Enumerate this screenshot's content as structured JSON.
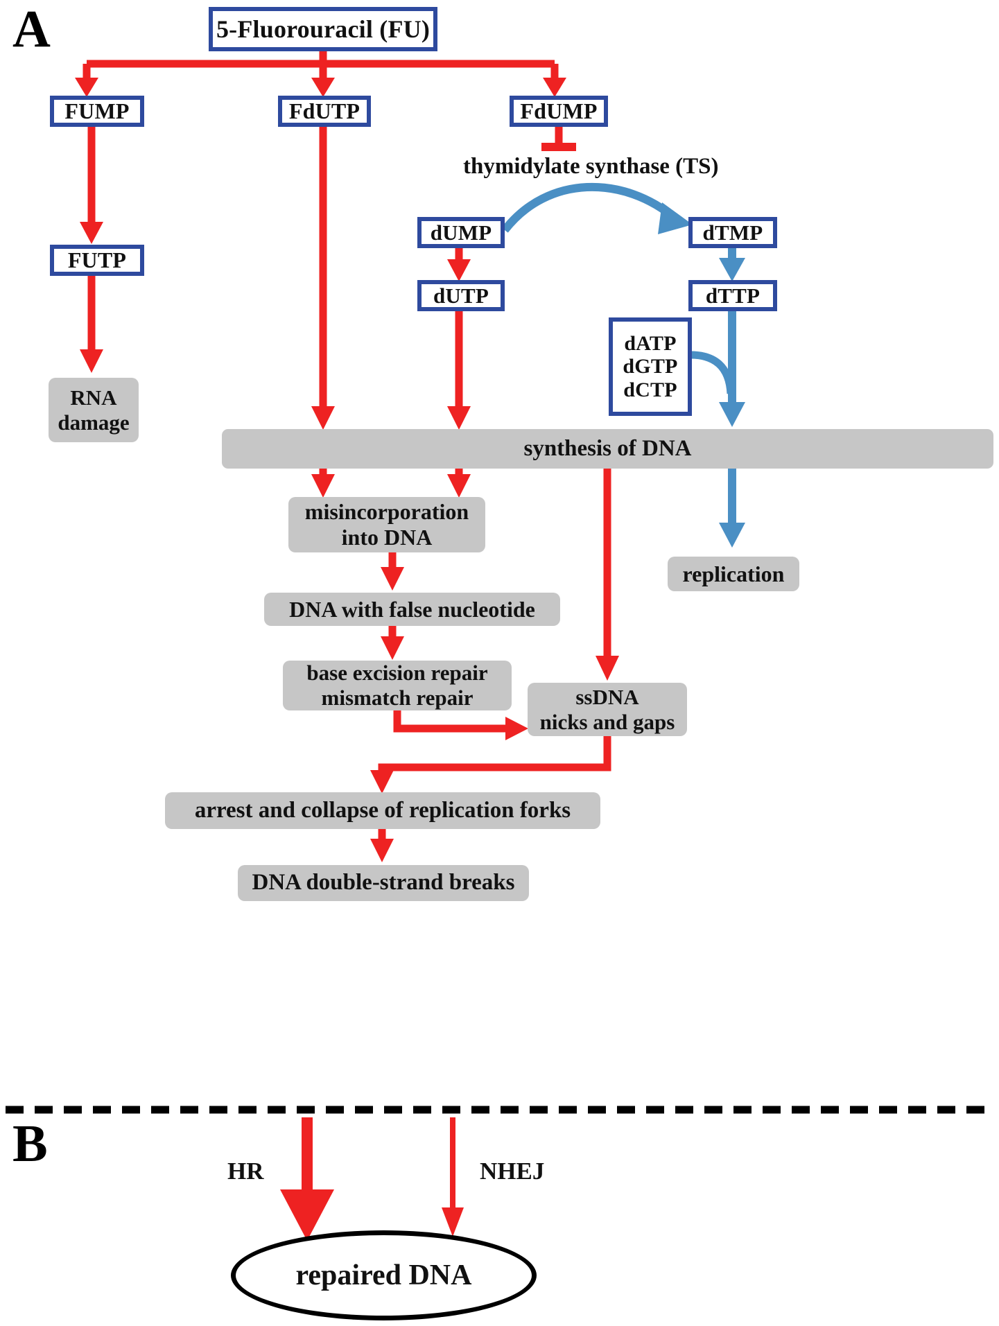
{
  "figure": {
    "type": "pathway-diagram",
    "title": "5-Fluorouracil mechanism of DNA damage and repair",
    "panels": [
      {
        "id": "A",
        "label": "A"
      },
      {
        "id": "B",
        "label": "B"
      }
    ],
    "colors": {
      "metabolite_border": "#2e4a9e",
      "process_fill": "#c6c6c6",
      "red_arrow": "#ee2222",
      "blue_arrow": "#4a8fc4",
      "text": "#111111",
      "divider": "#000000"
    }
  },
  "panelA": {
    "letter": "A",
    "metabolites": {
      "fu": "5-Fluorouracil (FU)",
      "fump": "FUMP",
      "futp": "FUTP",
      "fdutp": "FdUTP",
      "fdump": "FdUMP",
      "dump": "dUMP",
      "dutp": "dUTP",
      "dtmp": "dTMP",
      "dttp": "dTTP",
      "datp": "dATP",
      "dgtp": "dGTP",
      "dctp": "dCTP"
    },
    "enzyme": {
      "ts": "thymidylate synthase (TS)"
    },
    "processes": {
      "rna_damage_line1": "RNA",
      "rna_damage_line2": "damage",
      "synthesis": "synthesis of DNA",
      "misincorporation_line1": "misincorporation",
      "misincorporation_line2": "into DNA",
      "false_nucleotide": "DNA with false nucleotide",
      "repair_line1": "base excision repair",
      "repair_line2": "mismatch repair",
      "ssdna_line1": "ssDNA",
      "ssdna_line2": "nicks and gaps",
      "replication": "replication",
      "forks": "arrest and collapse of replication forks",
      "dsb": "DNA double-strand breaks"
    }
  },
  "panelB": {
    "letter": "B",
    "pathways": {
      "hr": "HR",
      "nhej": "NHEJ"
    },
    "outcome": "repaired DNA"
  },
  "chart_data": {
    "type": "diagram",
    "nodes": [
      {
        "id": "fu",
        "label": "5-Fluorouracil (FU)",
        "kind": "metabolite"
      },
      {
        "id": "fump",
        "label": "FUMP",
        "kind": "metabolite"
      },
      {
        "id": "futp",
        "label": "FUTP",
        "kind": "metabolite"
      },
      {
        "id": "fdutp",
        "label": "FdUTP",
        "kind": "metabolite"
      },
      {
        "id": "fdump",
        "label": "FdUMP",
        "kind": "metabolite"
      },
      {
        "id": "ts",
        "label": "thymidylate synthase (TS)",
        "kind": "enzyme"
      },
      {
        "id": "dump",
        "label": "dUMP",
        "kind": "metabolite"
      },
      {
        "id": "dutp",
        "label": "dUTP",
        "kind": "metabolite"
      },
      {
        "id": "dtmp",
        "label": "dTMP",
        "kind": "metabolite"
      },
      {
        "id": "dttp",
        "label": "dTTP",
        "kind": "metabolite"
      },
      {
        "id": "dntps",
        "label": "dATP dGTP dCTP",
        "kind": "metabolite"
      },
      {
        "id": "rna_damage",
        "label": "RNA damage",
        "kind": "process"
      },
      {
        "id": "synthesis",
        "label": "synthesis of DNA",
        "kind": "process"
      },
      {
        "id": "misincorporation",
        "label": "misincorporation into DNA",
        "kind": "process"
      },
      {
        "id": "false_nt",
        "label": "DNA with false nucleotide",
        "kind": "process"
      },
      {
        "id": "repair",
        "label": "base excision repair mismatch repair",
        "kind": "process"
      },
      {
        "id": "ssdna",
        "label": "ssDNA nicks and gaps",
        "kind": "process"
      },
      {
        "id": "replication",
        "label": "replication",
        "kind": "process"
      },
      {
        "id": "forks",
        "label": "arrest and collapse of replication forks",
        "kind": "process"
      },
      {
        "id": "dsb",
        "label": "DNA double-strand breaks",
        "kind": "process"
      },
      {
        "id": "repaired",
        "label": "repaired DNA",
        "kind": "outcome"
      }
    ],
    "edges": [
      {
        "from": "fu",
        "to": "fump",
        "color": "red",
        "type": "arrow"
      },
      {
        "from": "fu",
        "to": "fdutp",
        "color": "red",
        "type": "arrow"
      },
      {
        "from": "fu",
        "to": "fdump",
        "color": "red",
        "type": "arrow"
      },
      {
        "from": "fump",
        "to": "futp",
        "color": "red",
        "type": "arrow"
      },
      {
        "from": "futp",
        "to": "rna_damage",
        "color": "red",
        "type": "arrow"
      },
      {
        "from": "fdump",
        "to": "ts",
        "color": "red",
        "type": "inhibition"
      },
      {
        "from": "dump",
        "to": "dtmp",
        "color": "blue",
        "type": "curved-arrow"
      },
      {
        "from": "dump",
        "to": "dutp",
        "color": "red",
        "type": "arrow"
      },
      {
        "from": "dtmp",
        "to": "dttp",
        "color": "blue",
        "type": "arrow"
      },
      {
        "from": "fdutp",
        "to": "synthesis",
        "color": "red",
        "type": "arrow"
      },
      {
        "from": "dutp",
        "to": "synthesis",
        "color": "red",
        "type": "arrow"
      },
      {
        "from": "dttp",
        "to": "synthesis",
        "color": "blue",
        "type": "arrow"
      },
      {
        "from": "dntps",
        "to": "synthesis",
        "color": "blue",
        "type": "curved-join"
      },
      {
        "from": "synthesis",
        "to": "misincorporation",
        "color": "red",
        "type": "arrow"
      },
      {
        "from": "synthesis",
        "to": "ssdna",
        "color": "red",
        "type": "arrow"
      },
      {
        "from": "synthesis",
        "to": "replication",
        "color": "blue",
        "type": "arrow"
      },
      {
        "from": "misincorporation",
        "to": "false_nt",
        "color": "red",
        "type": "arrow"
      },
      {
        "from": "false_nt",
        "to": "repair",
        "color": "red",
        "type": "arrow"
      },
      {
        "from": "repair",
        "to": "ssdna",
        "color": "red",
        "type": "arrow"
      },
      {
        "from": "ssdna",
        "to": "forks",
        "color": "red",
        "type": "arrow"
      },
      {
        "from": "forks",
        "to": "dsb",
        "color": "red",
        "type": "arrow"
      },
      {
        "from": "dsb",
        "to": "repaired",
        "color": "red",
        "type": "arrow",
        "label": "HR"
      },
      {
        "from": "dsb",
        "to": "repaired",
        "color": "red",
        "type": "arrow",
        "label": "NHEJ"
      }
    ]
  }
}
